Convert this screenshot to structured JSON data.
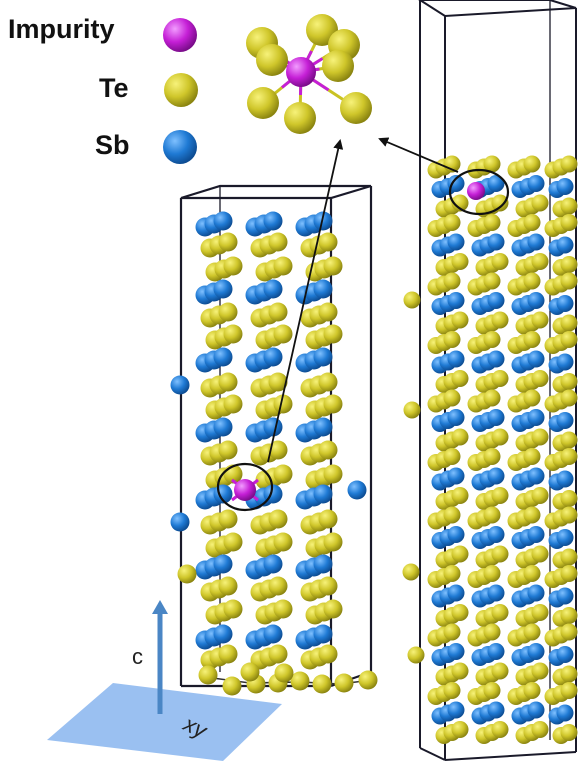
{
  "legend": {
    "items": [
      {
        "label": "Impurity",
        "color": "#c51fd6",
        "icon": "impurity-atom-icon"
      },
      {
        "label": "Te",
        "color": "#c9c222",
        "icon": "te-atom-icon"
      },
      {
        "label": "Sb",
        "color": "#1f78d0",
        "icon": "sb-atom-icon"
      }
    ]
  },
  "axes": {
    "c_label": "c",
    "plane_label": "xy",
    "arrow_color": "#4a86c5",
    "plane_color": "#8fb9f0"
  },
  "colors": {
    "impurity": "#c51fd6",
    "te": "#c9c222",
    "sb": "#1f78d0",
    "cell_edge": "#1a1a2a",
    "highlight_ring": "#111111"
  }
}
